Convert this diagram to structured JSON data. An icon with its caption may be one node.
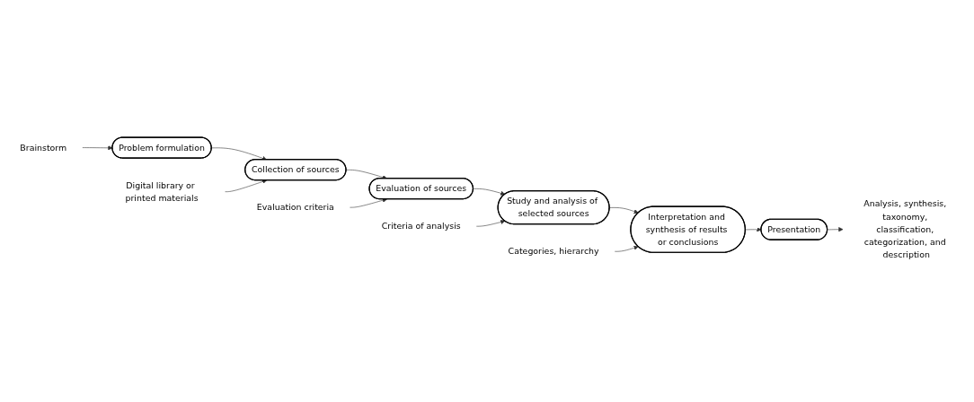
{
  "diagram": {
    "nodes": [
      {
        "text": [
          "Brainstorm"
        ]
      },
      {
        "text": [
          "Problem formulation"
        ]
      },
      {
        "text": [
          "Digital library or printed materials"
        ]
      },
      {
        "text": [
          "Collection of sources"
        ]
      },
      {
        "text": [
          "Evaluation criteria"
        ]
      },
      {
        "text": [
          "Evaluation of sources"
        ]
      },
      {
        "text": [
          "Study and analysis of selected sources"
        ]
      },
      {
        "text": [
          "Criteria of analysis"
        ]
      },
      {
        "text": [
          "Interpretation and synthesis of results or conclusions"
        ]
      },
      {
        "text": [
          "Categories, hierarchy"
        ]
      },
      {
        "text": [
          "Presentation"
        ]
      },
      {
        "text": [
          "Analysis, synthesis, taxonomy, classification, categorization, and description"
        ]
      }
    ],
    "edges": [
      {
        "from": 0,
        "to": 1,
        "arrow": "to"
      },
      {
        "from": 1,
        "to": 3,
        "arrow": "to"
      },
      {
        "from": 2,
        "to": 3,
        "arrow": "to"
      },
      {
        "from": 3,
        "to": 5,
        "arrow": "to"
      },
      {
        "from": 4,
        "to": 5,
        "arrow": "to"
      },
      {
        "from": 5,
        "to": 6,
        "arrow": "to"
      },
      {
        "from": 7,
        "to": 6,
        "arrow": "to"
      },
      {
        "from": 6,
        "to": 8,
        "arrow": "to"
      },
      {
        "from": 9,
        "to": 8,
        "arrow": "to"
      },
      {
        "from": 8,
        "to": 10,
        "arrow": "to"
      },
      {
        "from": 10,
        "to": 11,
        "arrow": "to"
      }
    ]
  }
}
